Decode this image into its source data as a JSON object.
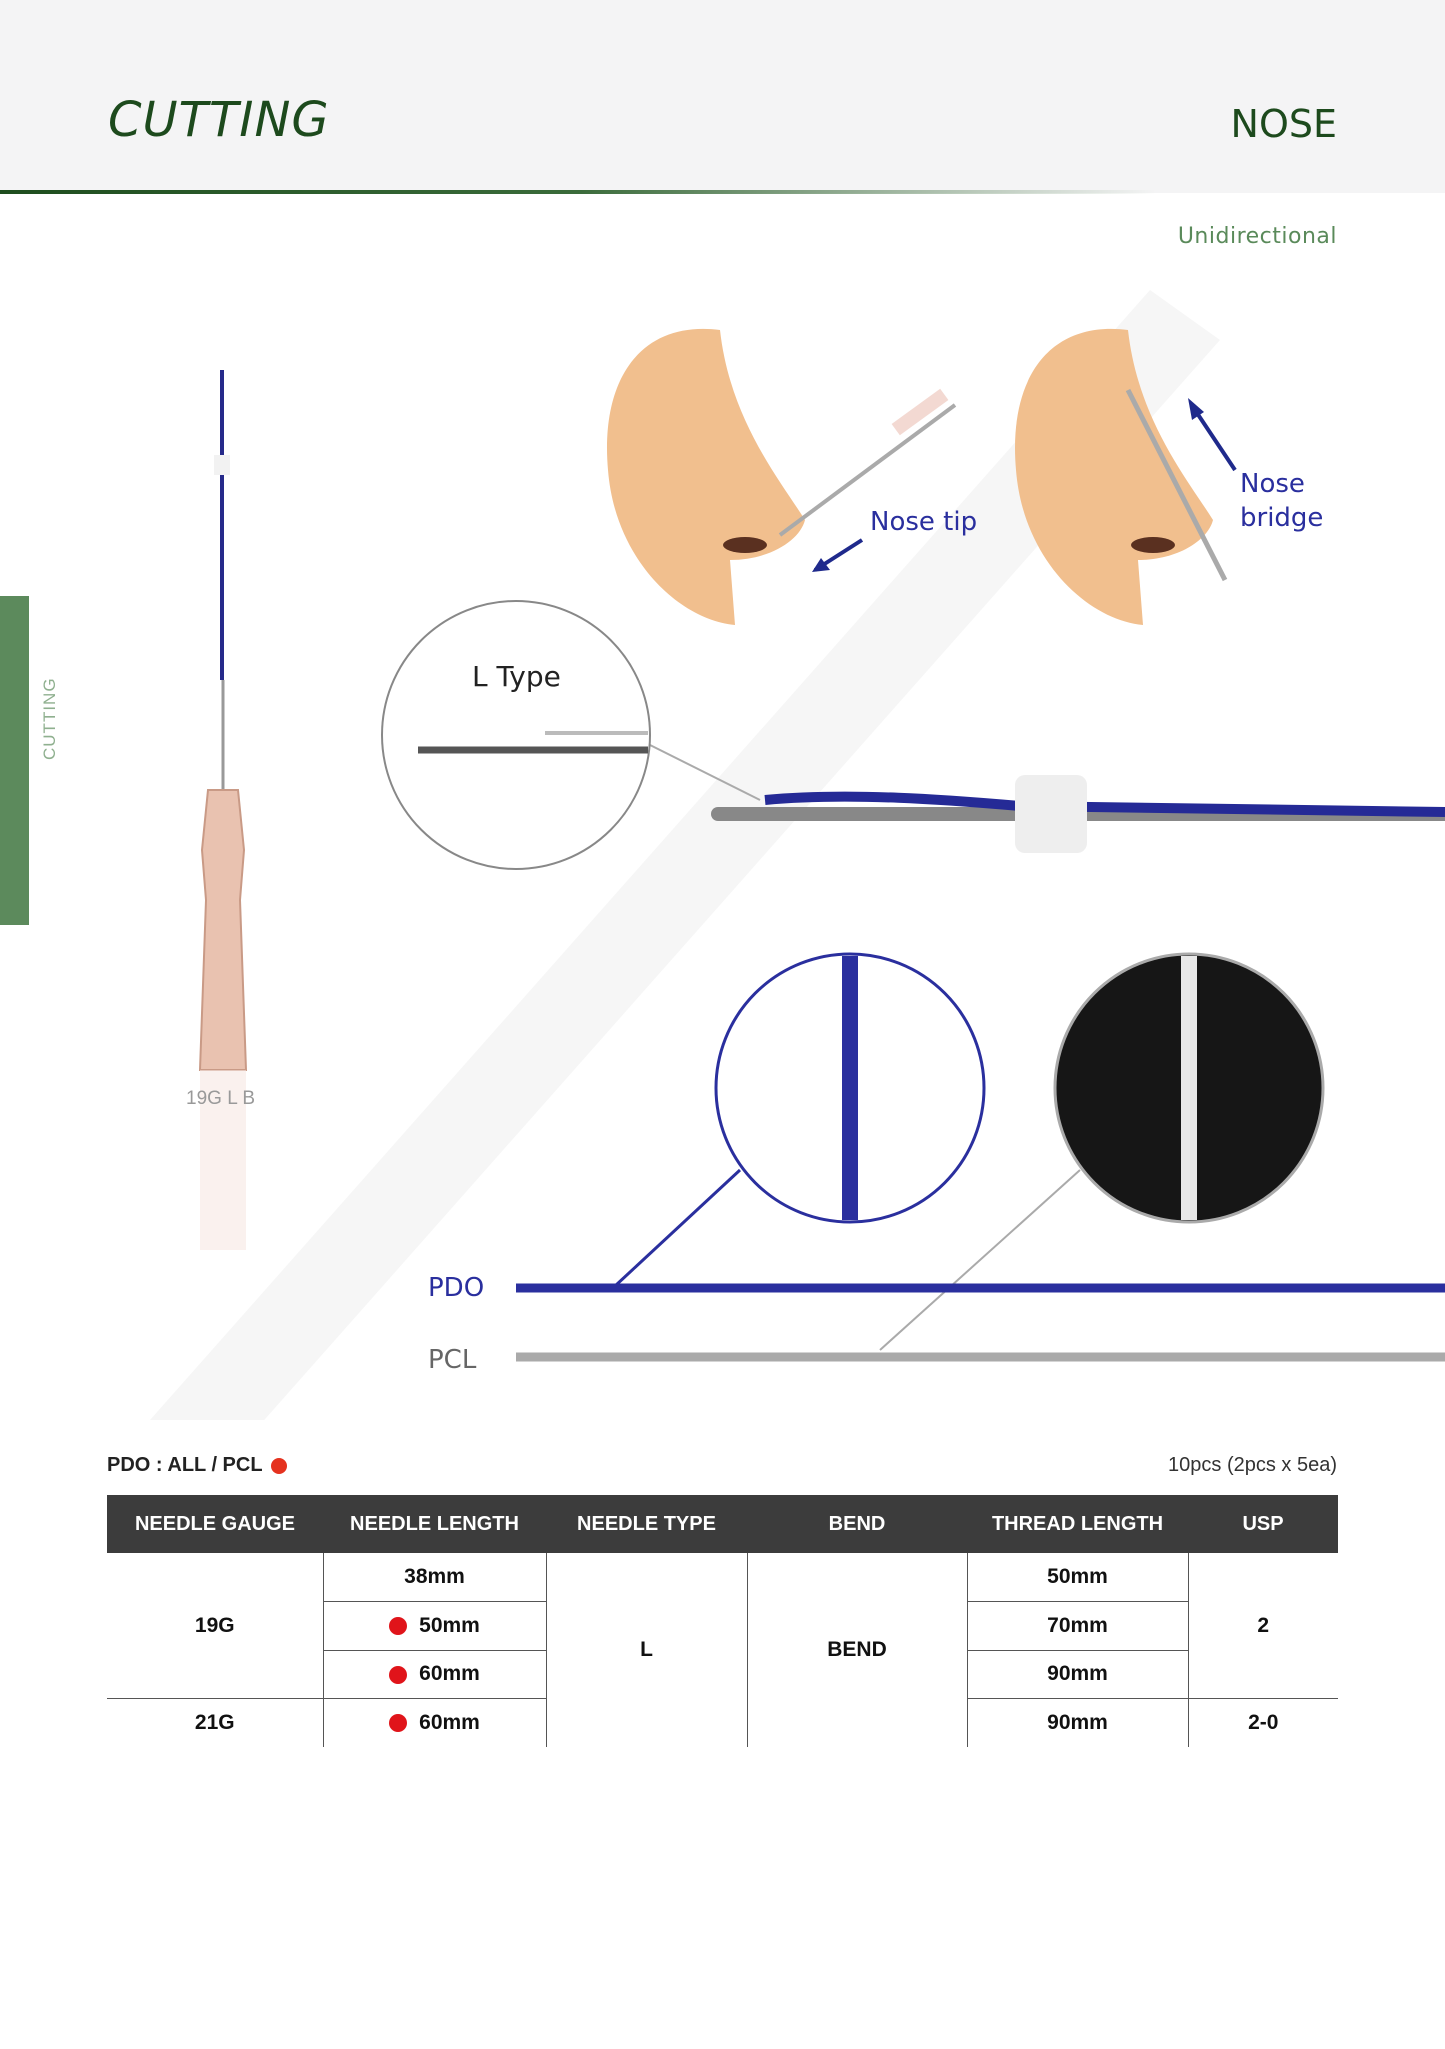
{
  "header": {
    "title": "CUTTING",
    "area": "NOSE",
    "direction": "Unidirectional"
  },
  "sidebar": {
    "label": "CUTTING"
  },
  "product": {
    "needle_label": "19G L B"
  },
  "illustrations": {
    "nose_tip": "Nose tip",
    "nose_bridge_1": "Nose",
    "nose_bridge_2": "bridge",
    "l_type": "L Type",
    "pdo": "PDO",
    "pcl": "PCL"
  },
  "table": {
    "note": "PDO : ALL / PCL",
    "pack": "10pcs (2pcs x 5ea)",
    "headers": [
      "NEEDLE GAUGE",
      "NEEDLE LENGTH",
      "NEEDLE TYPE",
      "BEND",
      "THREAD LENGTH",
      "USP"
    ],
    "rows": [
      {
        "gauge": "19G",
        "lengths": [
          {
            "v": "38mm",
            "pcl": false
          },
          {
            "v": "50mm",
            "pcl": true
          },
          {
            "v": "60mm",
            "pcl": true
          }
        ],
        "type": "L",
        "bend": "BEND",
        "threads": [
          "50mm",
          "70mm",
          "90mm"
        ],
        "usp": "2"
      },
      {
        "gauge": "21G",
        "lengths": [
          {
            "v": "60mm",
            "pcl": true
          }
        ],
        "threads": [
          "90mm"
        ],
        "usp": "2-0"
      }
    ]
  },
  "colors": {
    "brand_green": "#1d4a1d",
    "pdo_blue": "#2a2f9e",
    "pcl_gray": "#aaaaaa",
    "pcl_dot": "#e0141a"
  }
}
